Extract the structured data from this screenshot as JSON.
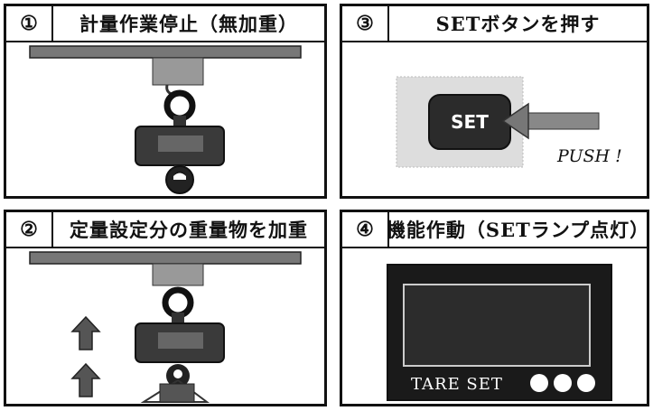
{
  "panels": [
    {
      "number": "①",
      "title": "計量作業停止（無加重）"
    },
    {
      "number": "②",
      "title": "定量設定分の重量物を加重"
    },
    {
      "number": "③",
      "title": "SETボタンを押す"
    },
    {
      "number": "④",
      "title": "機能作動（SETランプ点灯）"
    }
  ],
  "push_button": {
    "label": "SET",
    "action": "PUSH !"
  },
  "display": {
    "label": "TARE SET",
    "indicator_count": 3
  }
}
